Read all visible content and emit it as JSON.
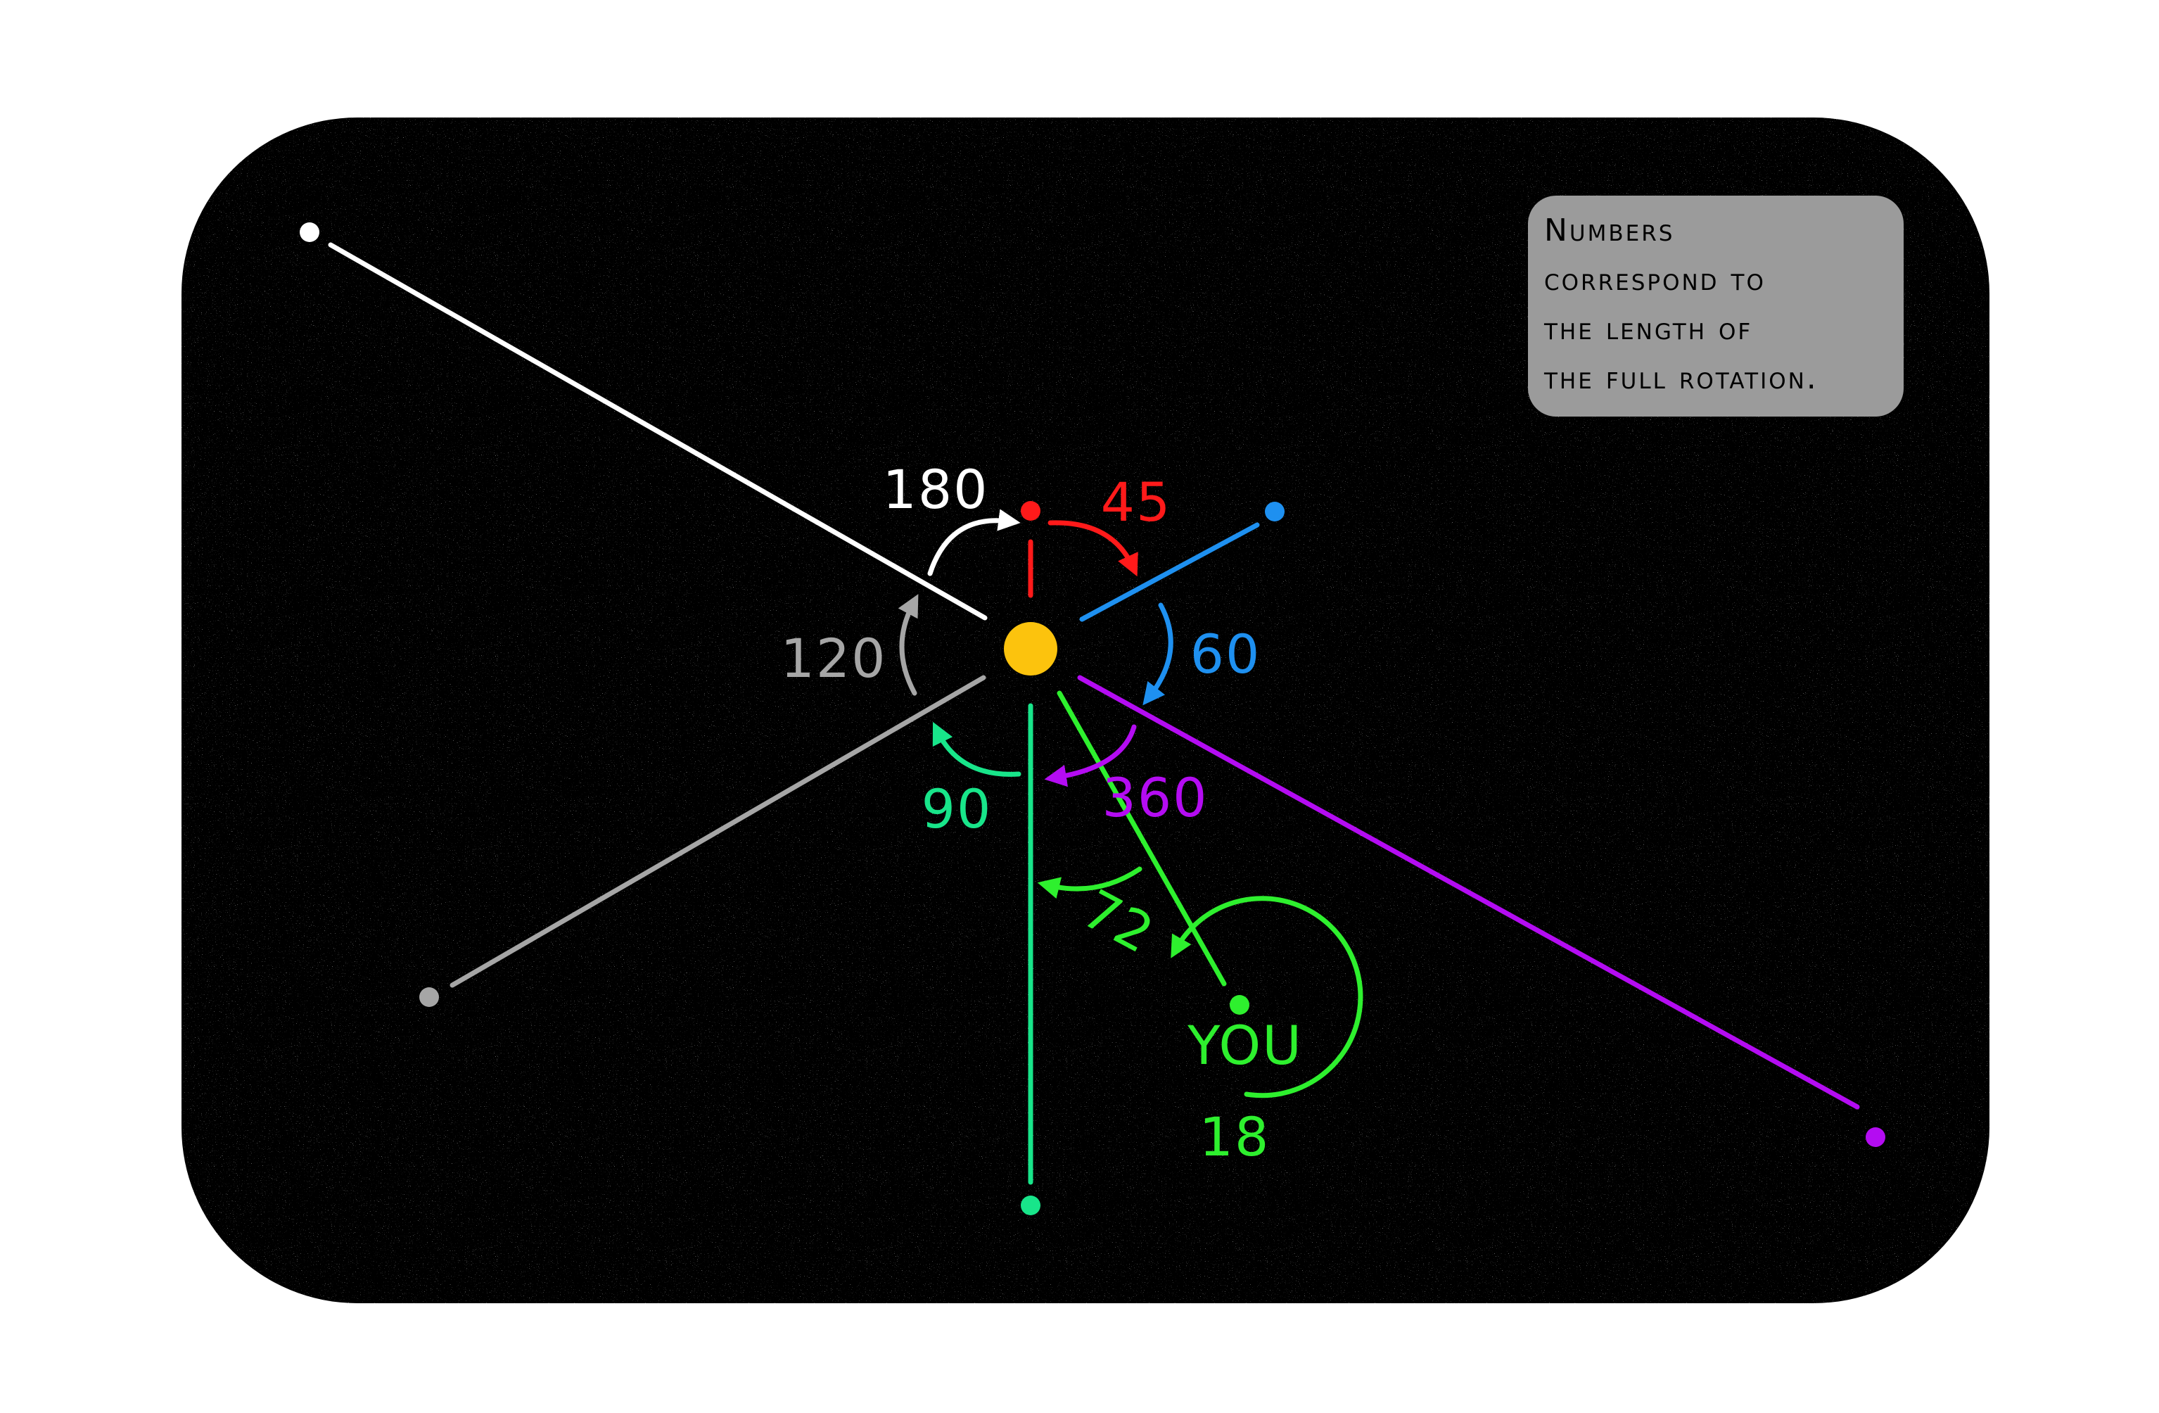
{
  "note": {
    "lines": [
      "Numbers",
      "correspond to",
      "the length of",
      "the full rotation."
    ]
  },
  "labels": {
    "white": "180",
    "red": "45",
    "blue": "60",
    "gray": "120",
    "teal": "90",
    "purple": "360",
    "green_arc": "72",
    "you": "YOU",
    "you_period": "18"
  },
  "colors": {
    "background_frame": "#ffffff",
    "space": "#000000",
    "sun": "#fcc30d",
    "white": "#ffffff",
    "red": "#ff1a1a",
    "blue": "#1e90f0",
    "gray": "#a6a6a6",
    "teal": "#18e58a",
    "purple": "#b40cf2",
    "green": "#2ef02e",
    "note_box": "#9b9b9b"
  }
}
